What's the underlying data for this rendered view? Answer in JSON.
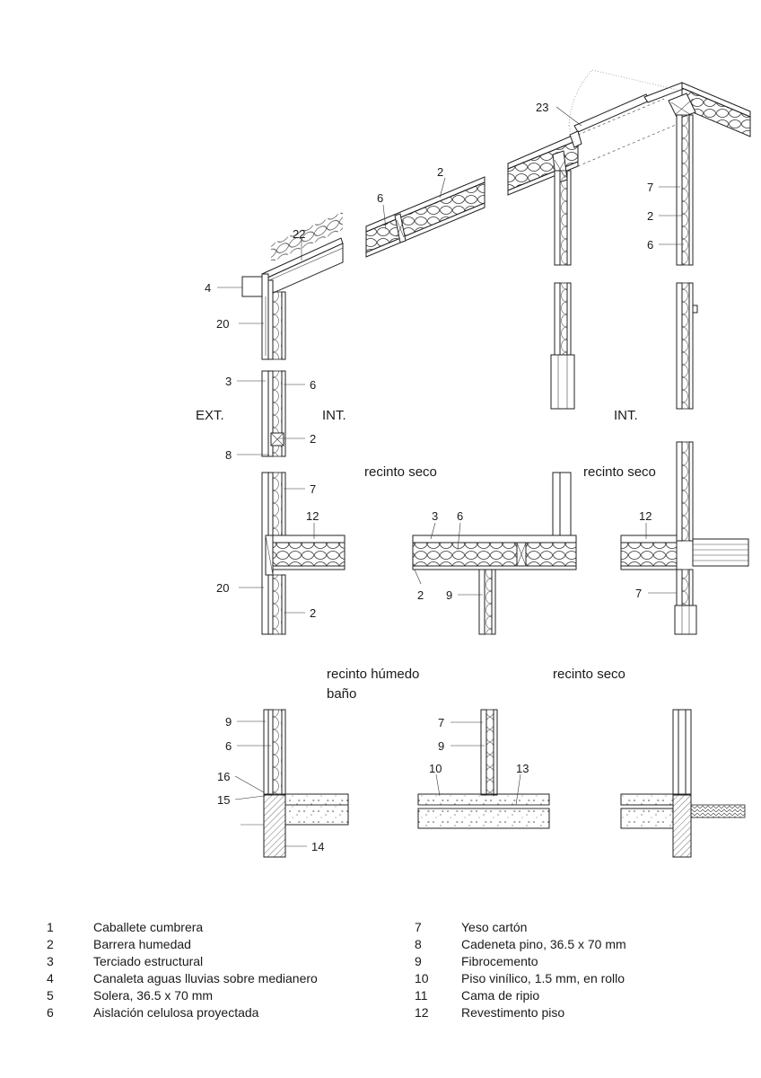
{
  "callouts": {
    "n23": "23",
    "n2a": "2",
    "n6a": "6",
    "n22": "22",
    "n4": "4",
    "n20a": "20",
    "n7r": "7",
    "n2r": "2",
    "n6r": "6",
    "n3": "3",
    "n6b": "6",
    "n8": "8",
    "n2b": "2",
    "n7b": "7",
    "n12a": "12",
    "n20b": "20",
    "n2c": "2",
    "n3m": "3",
    "n6m": "6",
    "n2m": "2",
    "n9m": "9",
    "n12r": "12",
    "n7rr": "7",
    "n9w": "9",
    "n6w": "6",
    "n16": "16",
    "n15": "15",
    "n14": "14",
    "n7c": "7",
    "n9c": "9",
    "n10": "10",
    "n13": "13"
  },
  "zones": {
    "ext": "EXT.",
    "int_left": "INT.",
    "int_right": "INT.",
    "recinto_seco_1": "recinto seco",
    "recinto_seco_2": "recinto seco",
    "recinto_humedo": "recinto húmedo",
    "bano": "baño",
    "recinto_seco_3": "recinto seco"
  },
  "legend": {
    "left": [
      {
        "num": "1",
        "text": "Caballete cumbrera"
      },
      {
        "num": "2",
        "text": "Barrera humedad"
      },
      {
        "num": "3",
        "text": "Terciado estructural"
      },
      {
        "num": "4",
        "text": "Canaleta aguas lluvias sobre medianero"
      },
      {
        "num": "5",
        "text": "Solera, 36.5 x 70 mm"
      },
      {
        "num": "6",
        "text": "Aislación celulosa proyectada"
      }
    ],
    "right": [
      {
        "num": "7",
        "text": "Yeso cartón"
      },
      {
        "num": "8",
        "text": "Cadeneta pino, 36.5 x 70 mm"
      },
      {
        "num": "9",
        "text": "Fibrocemento"
      },
      {
        "num": "10",
        "text": "Piso vinílico, 1.5 mm, en rollo"
      },
      {
        "num": "11",
        "text": "Cama de ripio"
      },
      {
        "num": "12",
        "text": "Revestimento piso"
      }
    ]
  }
}
